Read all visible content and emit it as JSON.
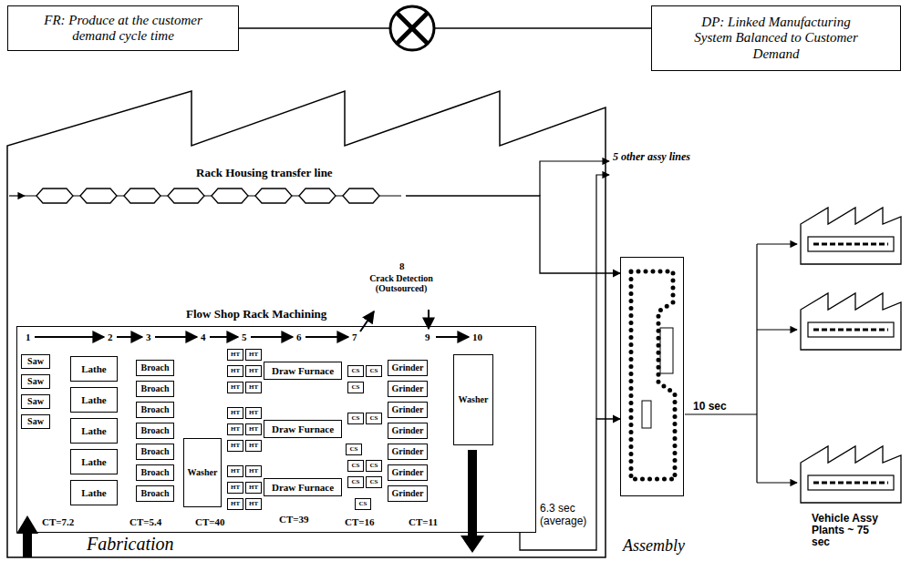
{
  "diagram": {
    "nodes": [
      {
        "text": [
          "FR: Produce at the customer demand cycle time"
        ]
      },
      {
        "text": [
          "DP: Linked Manufacturing System Balanced to Customer Demand"
        ]
      },
      {
        "text": [
          "Rack Housing transfer line"
        ]
      },
      {
        "text": [
          "Flow Shop Rack Machining"
        ]
      },
      {
        "text": [
          "Saw"
        ],
        "in": 3
      },
      {
        "text": [
          "Saw"
        ],
        "in": 3
      },
      {
        "text": [
          "Saw"
        ],
        "in": 3
      },
      {
        "text": [
          "Saw"
        ],
        "in": 3
      },
      {
        "text": [
          "Lathe"
        ],
        "in": 3
      },
      {
        "text": [
          "Lathe"
        ],
        "in": 3
      },
      {
        "text": [
          "Lathe"
        ],
        "in": 3
      },
      {
        "text": [
          "Lathe"
        ],
        "in": 3
      },
      {
        "text": [
          "Lathe"
        ],
        "in": 3
      },
      {
        "text": [
          "Broach"
        ],
        "in": 3
      },
      {
        "text": [
          "Broach"
        ],
        "in": 3
      },
      {
        "text": [
          "Broach"
        ],
        "in": 3
      },
      {
        "text": [
          "Broach"
        ],
        "in": 3
      },
      {
        "text": [
          "Broach"
        ],
        "in": 3
      },
      {
        "text": [
          "Broach"
        ],
        "in": 3
      },
      {
        "text": [
          "Broach"
        ],
        "in": 3
      },
      {
        "text": [
          "Washer"
        ],
        "in": 3
      },
      {
        "text": [
          "Draw Furnace"
        ],
        "in": 3
      },
      {
        "text": [
          "Draw Furnace"
        ],
        "in": 3
      },
      {
        "text": [
          "Draw Furnace"
        ],
        "in": 3
      },
      {
        "text": [
          "HT"
        ],
        "in": 3
      },
      {
        "text": [
          "HT"
        ],
        "in": 3
      },
      {
        "text": [
          "HT"
        ],
        "in": 3
      },
      {
        "text": [
          "HT"
        ],
        "in": 3
      },
      {
        "text": [
          "HT"
        ],
        "in": 3
      },
      {
        "text": [
          "HT"
        ],
        "in": 3
      },
      {
        "text": [
          "HT"
        ],
        "in": 3
      },
      {
        "text": [
          "HT"
        ],
        "in": 3
      },
      {
        "text": [
          "HT"
        ],
        "in": 3
      },
      {
        "text": [
          "HT"
        ],
        "in": 3
      },
      {
        "text": [
          "HT"
        ],
        "in": 3
      },
      {
        "text": [
          "HT"
        ],
        "in": 3
      },
      {
        "text": [
          "HT"
        ],
        "in": 3
      },
      {
        "text": [
          "HT"
        ],
        "in": 3
      },
      {
        "text": [
          "HT"
        ],
        "in": 3
      },
      {
        "text": [
          "HT"
        ],
        "in": 3
      },
      {
        "text": [
          "HT"
        ],
        "in": 3
      },
      {
        "text": [
          "HT"
        ],
        "in": 3
      },
      {
        "text": [
          "CS"
        ],
        "in": 3
      },
      {
        "text": [
          "CS"
        ],
        "in": 3
      },
      {
        "text": [
          "CS"
        ],
        "in": 3
      },
      {
        "text": [
          "CS"
        ],
        "in": 3
      },
      {
        "text": [
          "CS"
        ],
        "in": 3
      },
      {
        "text": [
          "CS"
        ],
        "in": 3
      },
      {
        "text": [
          "CS"
        ],
        "in": 3
      },
      {
        "text": [
          "CS"
        ],
        "in": 3
      },
      {
        "text": [
          "CS"
        ],
        "in": 3
      },
      {
        "text": [
          "CS"
        ],
        "in": 3
      },
      {
        "text": [
          "CS"
        ],
        "in": 3
      },
      {
        "text": [
          "Grinder"
        ],
        "in": 3
      },
      {
        "text": [
          "Grinder"
        ],
        "in": 3
      },
      {
        "text": [
          "Grinder"
        ],
        "in": 3
      },
      {
        "text": [
          "Grinder"
        ],
        "in": 3
      },
      {
        "text": [
          "Grinder"
        ],
        "in": 3
      },
      {
        "text": [
          "Grinder"
        ],
        "in": 3
      },
      {
        "text": [
          "Grinder"
        ],
        "in": 3
      },
      {
        "text": [
          "Washer"
        ],
        "in": 3
      },
      {
        "text": [
          "Assembly"
        ]
      }
    ],
    "edges": [
      {
        "from": 0,
        "to": 1,
        "arrow": "none"
      },
      {
        "from": 2,
        "to": 61,
        "arrow": "to"
      },
      {
        "from": 3,
        "to": 61,
        "arrow": "to",
        "label": "6.3 sec (average)"
      }
    ],
    "labels": [
      "1",
      "2",
      "3",
      "4",
      "5",
      "6",
      "7",
      "8",
      "9",
      "10",
      "Crack Detection (Outsourced)",
      "CT=7.2",
      "CT=5.4",
      "CT=40",
      "CT=39",
      "CT=16",
      "CT=11",
      "Fabrication",
      "5 other assy lines",
      "10 sec",
      "Vehicle Assy Plants ~ 75 sec"
    ]
  }
}
